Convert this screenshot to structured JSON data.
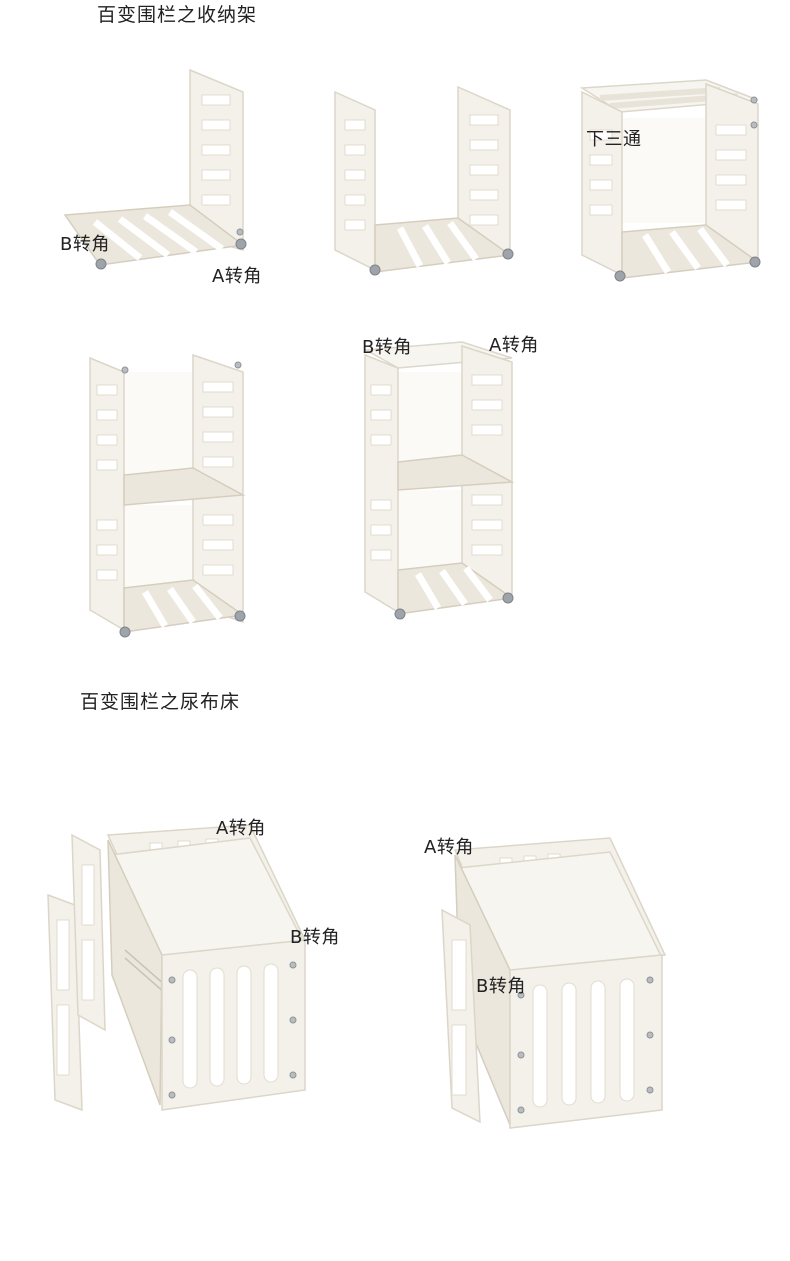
{
  "sections": {
    "storage_title": "百变围栏之收纳架",
    "diaper_title": "百变围栏之尿布床"
  },
  "labels": {
    "b_corner": "B转角",
    "a_corner": "A转角",
    "tee_lower": "下三通"
  },
  "colors": {
    "panel": "#f4f1ea",
    "screw": "#b9bcc0",
    "text": "#222222"
  }
}
